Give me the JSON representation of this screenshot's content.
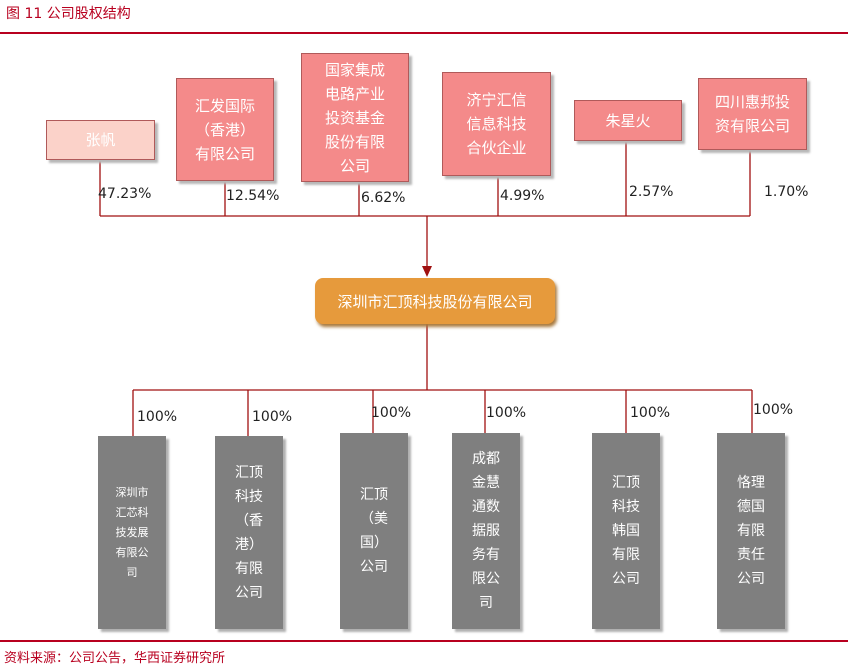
{
  "figure": {
    "title": "图 11    公司股权结构",
    "source": "资料来源：公司公告，华西证券研究所"
  },
  "shareholders": [
    {
      "name": "张帆",
      "pct": "47.23%"
    },
    {
      "name": "汇发国际\n（香港）\n有限公司",
      "pct": "12.54%"
    },
    {
      "name": "国家集成\n电路产业\n投资基金\n股份有限\n公司",
      "pct": "6.62%"
    },
    {
      "name": "济宁汇信\n信息科技\n合伙企业",
      "pct": "4.99%"
    },
    {
      "name": "朱星火",
      "pct": "2.57%"
    },
    {
      "name": "四川惠邦投\n资有限公司",
      "pct": "1.70%"
    }
  ],
  "company": {
    "name": "深圳市汇顶科技股份有限公司"
  },
  "subsidiaries": [
    {
      "name": "深圳市\n汇芯科\n技发展\n有限公\n司",
      "pct": "100%"
    },
    {
      "name": "汇顶\n科技\n（香\n港）\n有限\n公司",
      "pct": "100%"
    },
    {
      "name": "汇顶\n（美\n国）\n公司",
      "pct": "100%"
    },
    {
      "name": "成都\n金慧\n通数\n据服\n务有\n限公\n司",
      "pct": "100%"
    },
    {
      "name": "汇顶\n科技\n韩国\n有限\n公司",
      "pct": "100%"
    },
    {
      "name": "恪理\n德国\n有限\n责任\n公司",
      "pct": "100%"
    }
  ]
}
